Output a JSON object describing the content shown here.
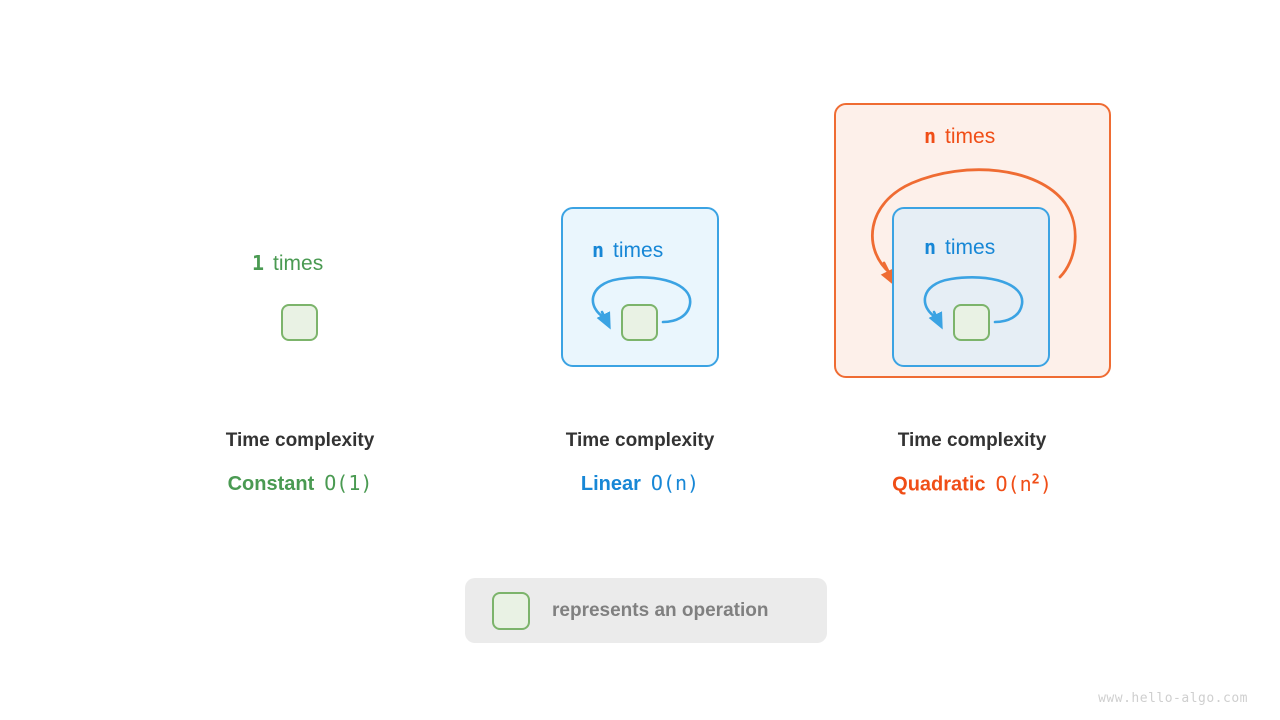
{
  "colors": {
    "green": "#4a9a52",
    "blue": "#1787d6",
    "orange": "#f04e17",
    "op_fill": "#e9f2e4",
    "op_border": "#7cb46b",
    "blue_fill": "#eaf6fd",
    "blue_fill_nested": "#e6eef5",
    "blue_border": "#3ba3e3",
    "orange_fill": "#fdf0ea",
    "orange_border": "#ef6c33",
    "arrow_blue": "#3ba3e3",
    "arrow_orange": "#ef6c33",
    "caption_title": "#333333",
    "legend_bg": "#ebebeb",
    "legend_text": "#808080",
    "watermark": "#cfcfcf"
  },
  "columns": [
    {
      "key": "constant",
      "loop_count": "1",
      "loop_unit": "times",
      "caption_title": "Time complexity",
      "complexity_name": "Constant",
      "big_o": "O(1)",
      "big_o_base": "O(1)",
      "big_o_exponent": ""
    },
    {
      "key": "linear",
      "loop_count": "n",
      "loop_unit": "times",
      "caption_title": "Time complexity",
      "complexity_name": "Linear",
      "big_o": "O(n)",
      "big_o_base": "O(n)",
      "big_o_exponent": ""
    },
    {
      "key": "quadratic",
      "outer_loop_count": "n",
      "outer_loop_unit": "times",
      "loop_count": "n",
      "loop_unit": "times",
      "caption_title": "Time complexity",
      "complexity_name": "Quadratic",
      "big_o": "O(n2)",
      "big_o_base": "O(n",
      "big_o_exponent": "2",
      "big_o_close": ")"
    }
  ],
  "legend": {
    "swatch_name": "operation-swatch",
    "text": "represents an operation"
  },
  "watermark": {
    "text": "www.hello-algo.com"
  }
}
